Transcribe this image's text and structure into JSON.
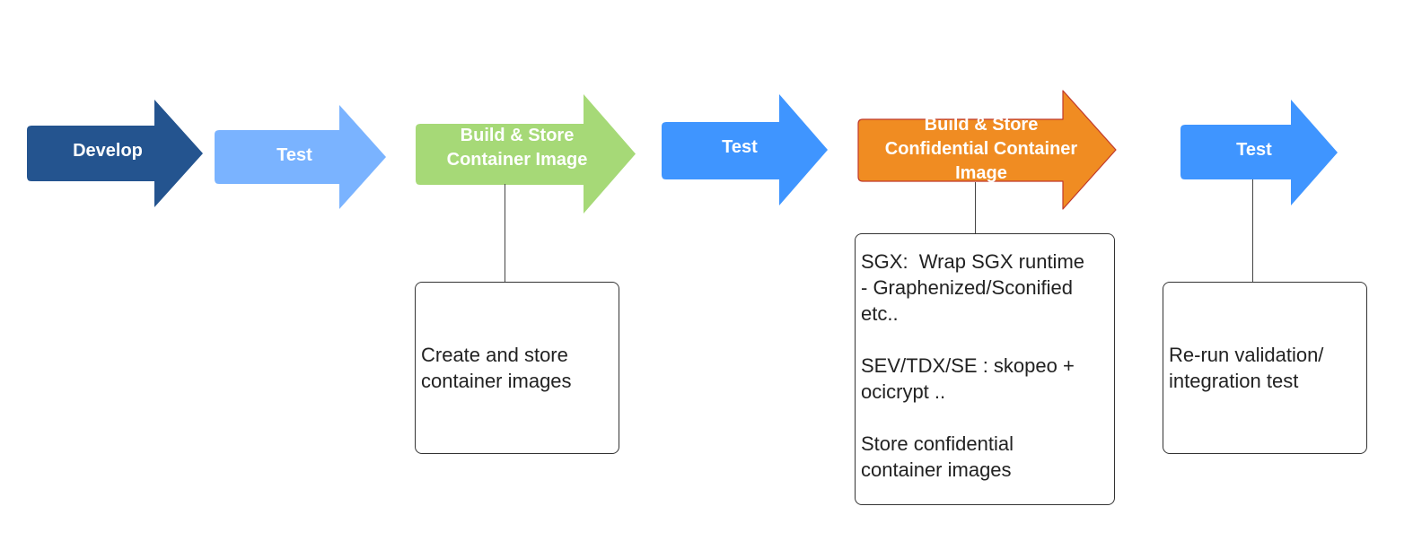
{
  "colors": {
    "develop": "#24548f",
    "test_light": "#7ab3ff",
    "build": "#a6d977",
    "test_blue": "#3f95ff",
    "confidential": "#f08c22",
    "confidential_border": "#c0392b",
    "text_on_arrow": "#ffffff",
    "note_border": "#333333"
  },
  "stages": [
    {
      "id": "develop",
      "label_lines": [
        "Develop"
      ],
      "color": "#24548f"
    },
    {
      "id": "test-1",
      "label_lines": [
        "Test"
      ],
      "color": "#7ab3ff"
    },
    {
      "id": "build-store",
      "label_lines": [
        "Build & Store",
        "Container Image"
      ],
      "color": "#a6d977"
    },
    {
      "id": "test-2",
      "label_lines": [
        "Test"
      ],
      "color": "#3f95ff"
    },
    {
      "id": "build-store-confidential",
      "label_lines": [
        "Build  & Store",
        "Confidential Container",
        "Image"
      ],
      "color": "#f08c22"
    },
    {
      "id": "test-3",
      "label_lines": [
        "Test"
      ],
      "color": "#3f95ff"
    }
  ],
  "notes": {
    "build_store": {
      "lines": [
        "Create and store",
        "container images"
      ]
    },
    "confidential": {
      "paragraphs": [
        [
          "SGX:  Wrap SGX runtime",
          "- Graphenized/Sconified",
          "etc.."
        ],
        [
          "SEV/TDX/SE : skopeo +",
          "ocicrypt .."
        ],
        [
          "Store confidential",
          "container images"
        ]
      ]
    },
    "test_final": {
      "lines": [
        "Re-run validation/",
        "integration test"
      ]
    }
  }
}
